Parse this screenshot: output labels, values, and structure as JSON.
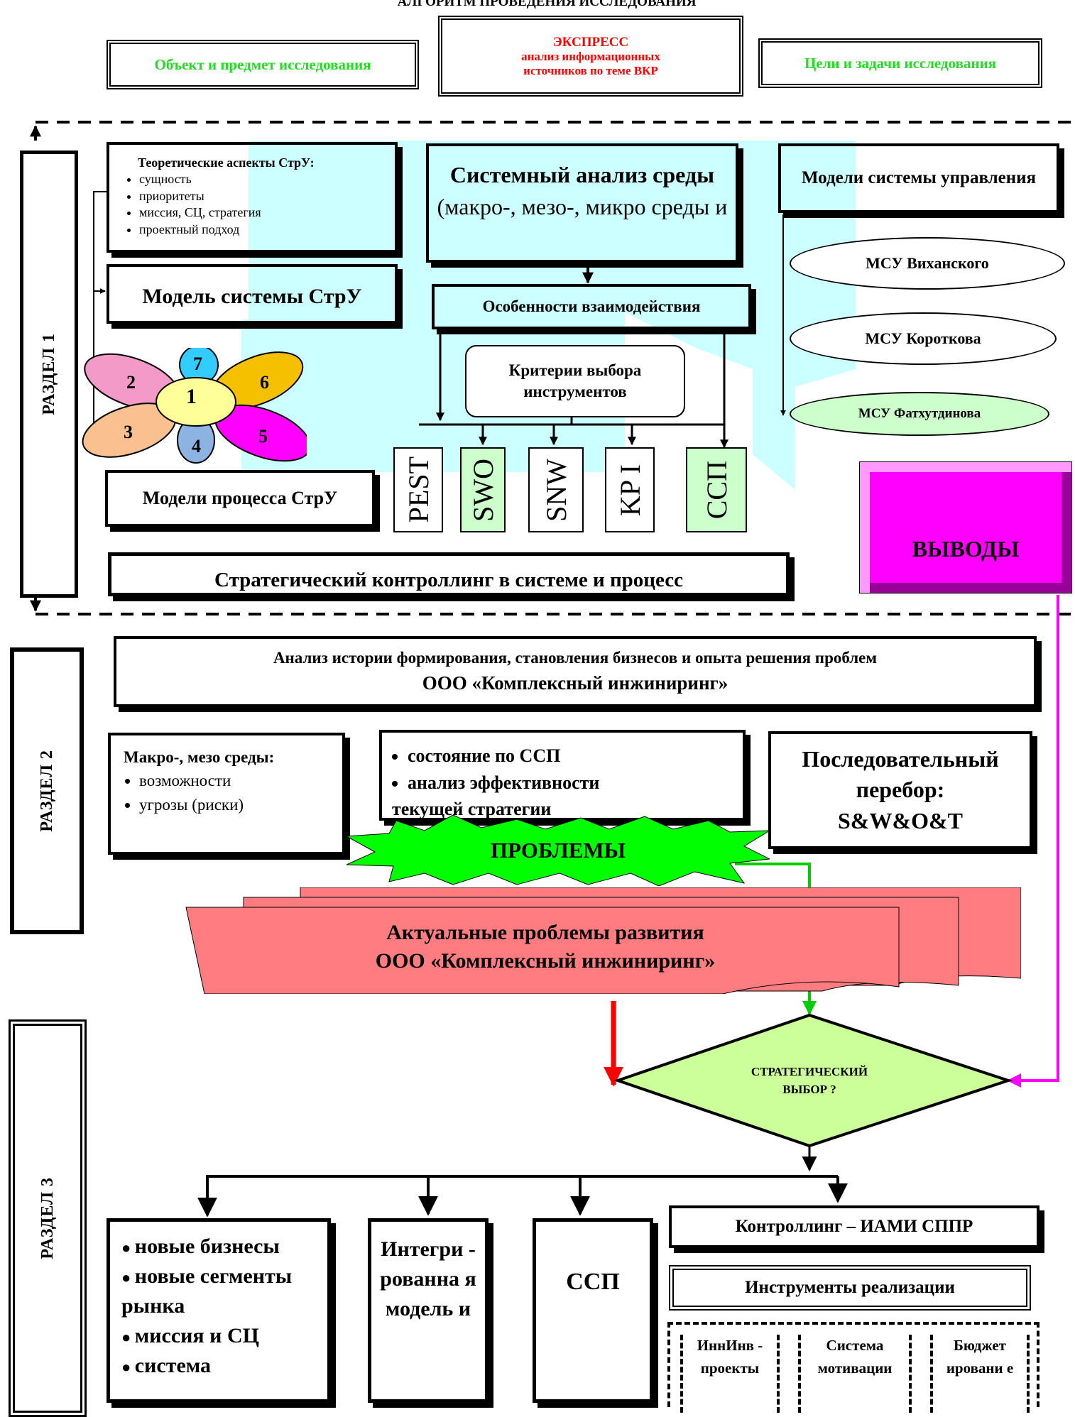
{
  "title": "АЛГОРИТМ ПРОВЕДЕНИЯ ИССЛЕДОВАНИЯ",
  "top": {
    "object": "Объект и  предмет исследования",
    "express": {
      "line1": "ЭКСПРЕСС",
      "line2": "анализ информационных",
      "line3": "источников по теме  ВКР"
    },
    "goals": "Цели и задачи исследования"
  },
  "sections": {
    "s1": "РАЗДЕЛ 1",
    "s2": "РАЗДЕЛ 2",
    "s3": "РАЗДЕЛ 3"
  },
  "s1": {
    "theory_title": "Теоретические аспекты СтрУ:",
    "theory_items": [
      "сущность",
      "приоритеты",
      "миссия, СЦ, стратегия",
      "проектный подход"
    ],
    "model_system": "Модель системы СтрУ",
    "flower": [
      "1",
      "2",
      "3",
      "4",
      "5",
      "6",
      "7"
    ],
    "process_models": "Модели процесса СтрУ",
    "system_analysis_bold": "Системный анализ среды",
    "system_analysis_rest": " (макро-, мезо-, микро среды и",
    "interaction": "Особенности взаимодействия",
    "criteria": "Критерии выбора инструментов",
    "tools": [
      "PEST",
      "SWO",
      "SNW",
      "KP I",
      "ССП"
    ],
    "msu_title": "Модели системы управления",
    "msu": [
      "МСУ Вихaнского",
      "МСУ Короткова",
      "МСУ Фатхутдинова"
    ],
    "conclusions": "ВЫВОДЫ",
    "controlling": "Стратегический контроллинг в системе и процесс"
  },
  "s2": {
    "history_line1": "Анализ истории формирования, становления  бизнесов и опыта решения проблем",
    "history_line2": "ООО «Комплексный инжиниринг»",
    "env_title": "Макро-, мезо среды:",
    "env_items": [
      "возможности",
      "угрозы (риски)"
    ],
    "state_items": [
      "состояние  по ССП",
      "анализ эффективности"
    ],
    "state_tail": "текущей стратегии",
    "seq_line1": "Последовательный",
    "seq_line2": "перебор:",
    "seq_line3": "S&W&O&T",
    "problems": "ПРОБЛЕМЫ",
    "actual_line1": "Актуальные проблемы  развития",
    "actual_line2": "ООО «Комплексный инжиниринг»"
  },
  "s3": {
    "choice_line1": "СТРАТЕГИЧЕСКИЙ",
    "choice_line2": "ВЫБОР ?",
    "list_items": [
      "новые бизнесы",
      "новые сегменты рынка",
      "миссия и СЦ",
      "система"
    ],
    "integrated": "Интегри - рованна я модель и",
    "ssp": "ССП",
    "controlling": "Контроллинг – ИАМИ СППР",
    "tools_title": "Инструменты реализации",
    "impl": [
      "ИннИнв - проекты",
      "Система мотивации",
      "Бюджет ировани е"
    ]
  },
  "colors": {
    "green_text": "#22dd22",
    "red_text": "#ff0000",
    "cyan_bg": "#ccffff",
    "light_green": "#ccffcc",
    "magenta": "#ff00ff",
    "salmon": "#ff7c80",
    "problems_green": "#00ff00",
    "diamond": "#ccff99"
  }
}
